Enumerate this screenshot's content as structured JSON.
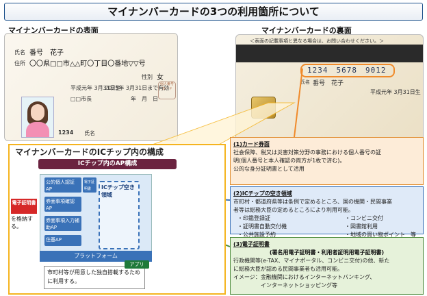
{
  "title": "マイナンバーカードの3つの利用箇所について",
  "front": {
    "caption": "マイナンバーカードの表面",
    "name_label": "氏名",
    "name": "番号　花子",
    "address_label": "住所",
    "address": "〇〇県□□市△△町〇丁目〇番地▽▽号",
    "sex_label": "性別",
    "sex": "女",
    "birth": "平成元年 3月31日生",
    "expiry": "2025年 3月31日まで有効",
    "issuer": "□□市長",
    "date_blank": "年　月　日",
    "stamp_text": "個人番号カード",
    "serial": "1234",
    "seal_text": "氏名"
  },
  "back": {
    "caption": "マイナンバーカードの裏面",
    "header_text": "＜表面の記載事項と異なる場合は、お問い合わせください。＞",
    "number": "1234　5678　9012",
    "name_label": "氏名",
    "name": "番号　花子",
    "birth": "平成元年 3月31日生"
  },
  "chip_panel": {
    "title": "マイナンバーカードのICチップ内の構成",
    "ap_header": "ICチップ内のAP構成",
    "items": [
      "公的個人認証AP",
      "券面事項確認AP",
      "券面事項入力補助AP",
      "住基AP"
    ],
    "small_label": "電子証明書",
    "akii": "ICチップ空き領域",
    "platform": "プラットフォーム",
    "denshi": "電子証明書",
    "kakuno": "を格納する。",
    "note": "市町村等が用意した独自搭載するために利用する。",
    "appri": "アプリ"
  },
  "box1": {
    "title": "(1)カード券面",
    "lines": [
      "社会保障、税又は災害対策分野の事務における個人番号の証",
      "明(個人番号と本人確認の両方が1枚で済む)。",
      "公的な身分証明書として活用"
    ]
  },
  "box2": {
    "title": "(2)ICチップの空き領域",
    "lines": [
      "市町村・都道府県等は条例で定めるところ、国の機関・民間事業",
      "者等は総務大臣の定めるところにより利用可能。"
    ],
    "items_left": [
      "・印鑑登録証",
      "・証明書自動交付機",
      "・公共施設予約"
    ],
    "items_right": [
      "・コンビニ交付",
      "・図書館利用",
      "・地域の買い物ポイント　等"
    ]
  },
  "box3": {
    "title": "(3)電子証明書",
    "subtitle": "(署名用電子証明書・利用者証明用電子証明書)",
    "lines": [
      "行政機関等(e-TAX、マイナポータル、コンビニ交付)の他、新た",
      "に総務大臣が認める民間事業者も活用可能。",
      "イメージ：金融機関におけるインターネットバンキング、",
      "　　　　　インターネットショッピング等"
    ]
  },
  "colors": {
    "chip_border": "#f5b41f",
    "ap_header": "#6b2340",
    "ap_blue": "#3a72b8",
    "box1_border": "#e08a2a",
    "box2_border": "#3a72b8",
    "box3_border": "#4a8a3a",
    "number_highlight": "#f08a2a"
  }
}
